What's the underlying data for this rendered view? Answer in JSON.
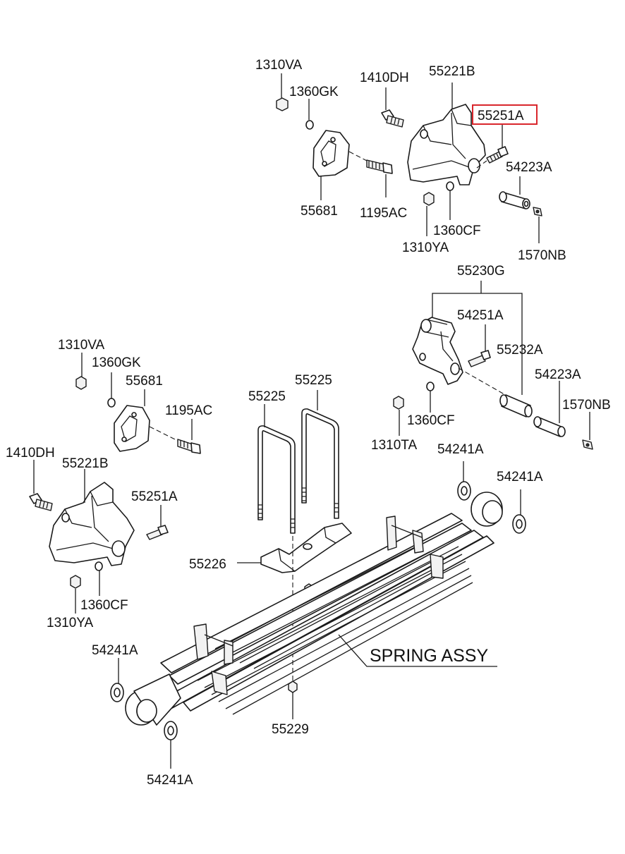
{
  "labels": {
    "top_1310va": "1310VA",
    "top_1360gk": "1360GK",
    "top_1410dh": "1410DH",
    "top_55221b": "55221B",
    "top_55251a": "55251A",
    "top_54223a": "54223A",
    "top_55681": "55681",
    "top_1195ac": "1195AC",
    "top_1360cf": "1360CF",
    "top_1310ya": "1310YA",
    "top_1570nb": "1570NB",
    "r_55230g": "55230G",
    "r_54251a": "54251A",
    "r_55232a": "55232A",
    "r_54223a": "54223A",
    "r_1570nb": "1570NB",
    "r_1360cf": "1360CF",
    "r_1310ta": "1310TA",
    "l_1310va": "1310VA",
    "l_1360gk": "1360GK",
    "l_55681": "55681",
    "l_1195ac": "1195AC",
    "l_1410dh": "1410DH",
    "l_55221b": "55221B",
    "l_55251a": "55251A",
    "l_1360cf": "1360CF",
    "l_1310ya": "1310YA",
    "m_55225a": "55225",
    "m_55225b": "55225",
    "m_55226": "55226",
    "m_55229": "55229",
    "w_54241a_1": "54241A",
    "w_54241a_2": "54241A",
    "w_54241a_3": "54241A",
    "w_54241a_4": "54241A",
    "spring_assy": "SPRING ASSY"
  },
  "highlight": {
    "label": "55251A",
    "color": "#d9262c"
  }
}
